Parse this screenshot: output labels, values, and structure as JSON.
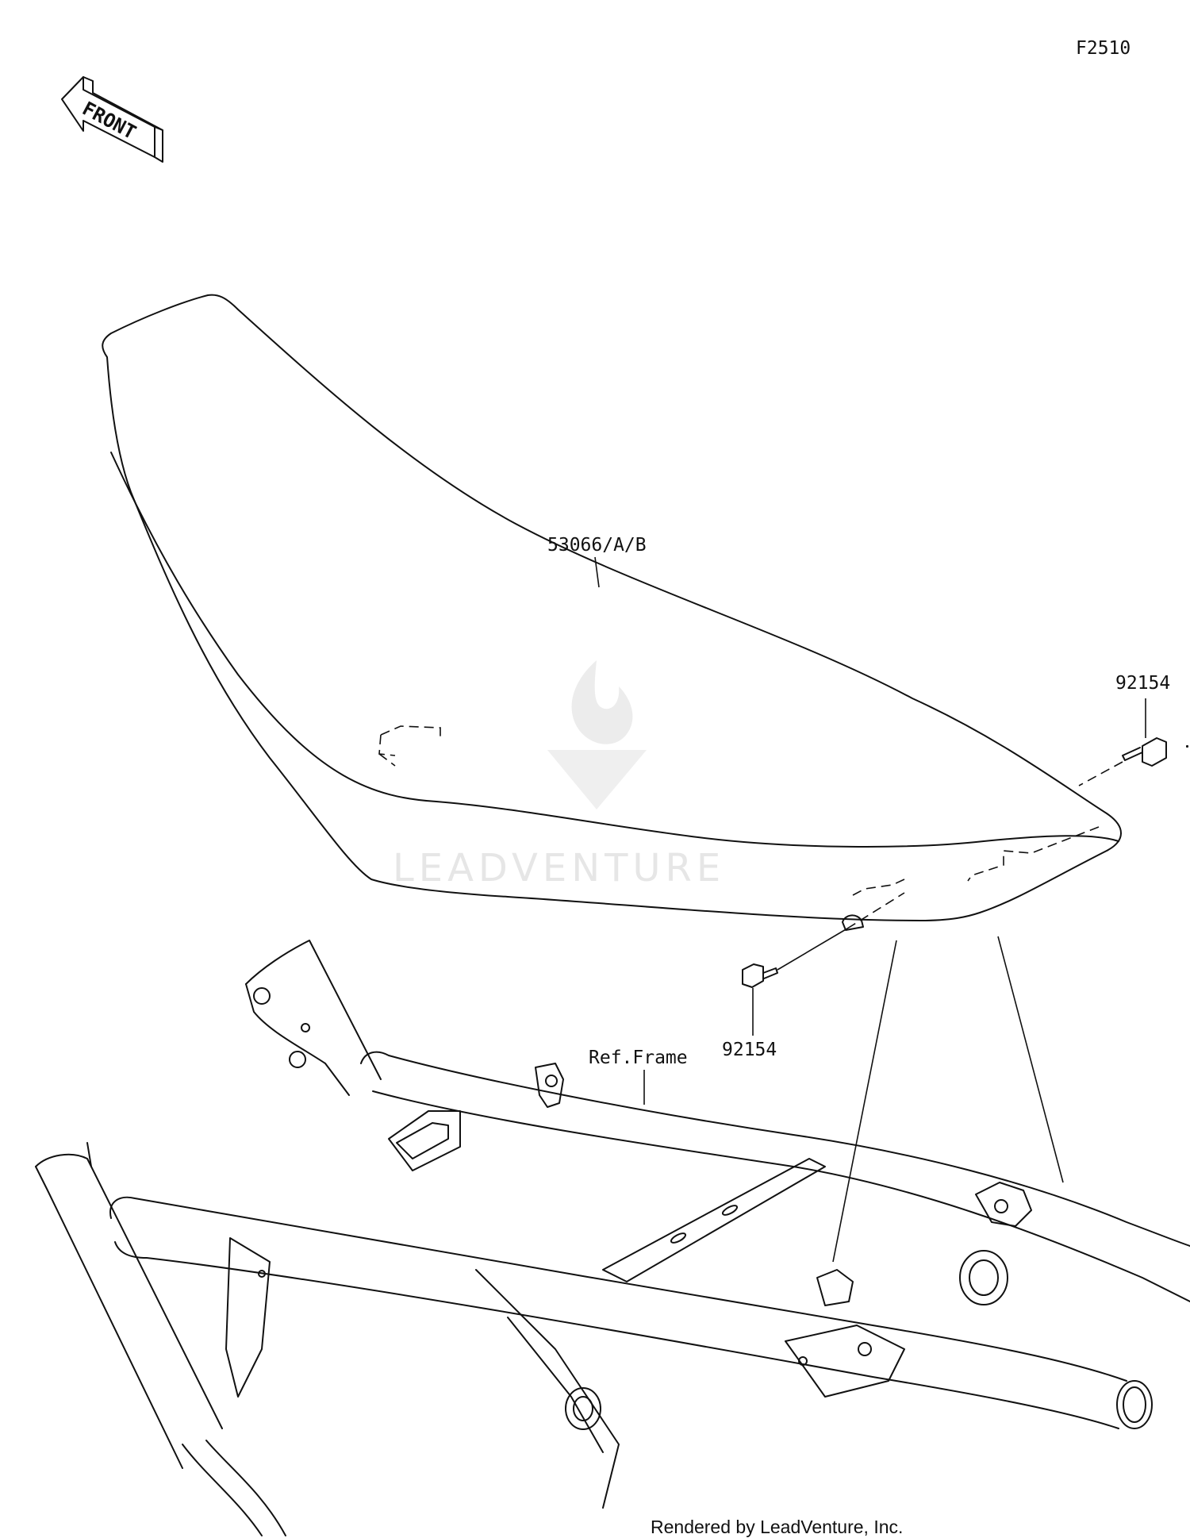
{
  "figure_id": "F2510",
  "front_label": "FRONT",
  "watermark": "LEADVENTURE",
  "parts": {
    "seat": "53066/A/B",
    "bolt_right": "92154",
    "bolt_left": "92154",
    "frame": "Ref.Frame"
  },
  "footer": "Rendered by LeadVenture, Inc.",
  "colors": {
    "line": "#111111",
    "watermark": "#e6e6e6",
    "background": "#ffffff"
  }
}
